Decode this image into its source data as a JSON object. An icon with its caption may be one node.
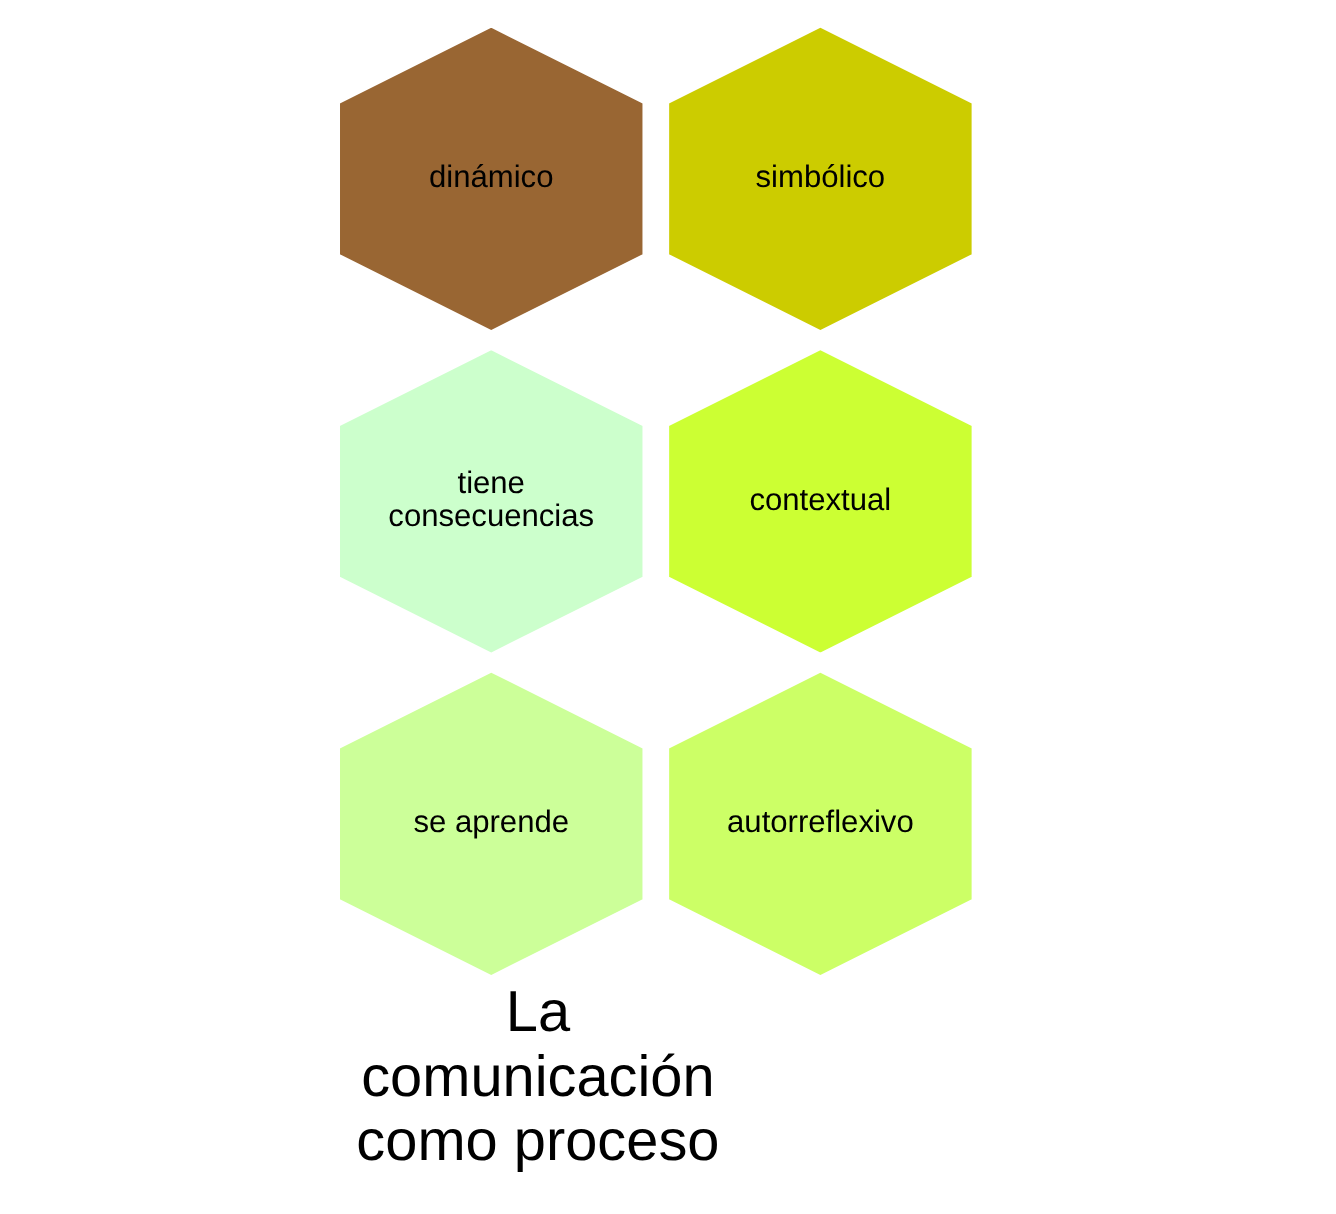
{
  "diagram": {
    "title": "La comunicación como proceso",
    "nodes": [
      {
        "text": [
          "dinámico"
        ]
      },
      {
        "text": [
          "simbólico"
        ]
      },
      {
        "text": [
          "tiene consecuencias"
        ]
      },
      {
        "text": [
          "contextual"
        ]
      },
      {
        "text": [
          "se aprende"
        ]
      },
      {
        "text": [
          "autorreflexivo"
        ]
      }
    ]
  }
}
